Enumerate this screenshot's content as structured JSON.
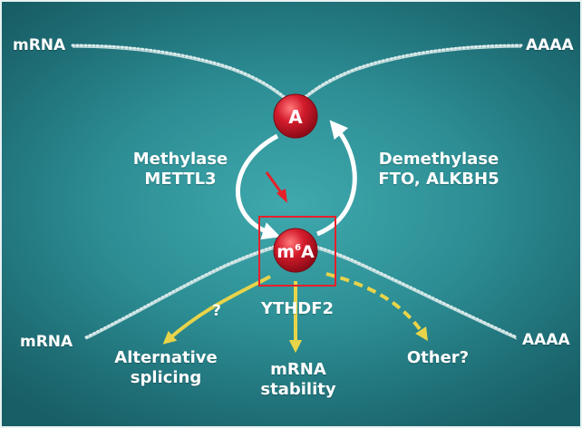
{
  "labels": {
    "mrna_top_left": "mRNA",
    "aaaa_top_right": "AAAA",
    "mrna_bottom_left": "mRNA",
    "aaaa_bottom_right": "AAAA",
    "methylase_line1": "Methylase",
    "methylase_line2": "METTL3",
    "demethylase_line1": "Demethylase",
    "demethylase_line2": "FTO, ALKBH5",
    "question": "?",
    "reader": "YTHDF2",
    "alt_splicing_line1": "Alternative",
    "alt_splicing_line2": "splicing",
    "stability_line1": "mRNA",
    "stability_line2": "stability",
    "other": "Other?"
  },
  "nodes": {
    "a_node": "A",
    "m6a_base": "m",
    "m6a_sup": "6",
    "m6a_end": "A"
  },
  "colors": {
    "node_red": "#c8102e",
    "arrow_yellow": "#e8d44a",
    "highlight_box": "#e8202a",
    "pointer_arrow": "#e8202a",
    "strand": "#d8eaea"
  }
}
